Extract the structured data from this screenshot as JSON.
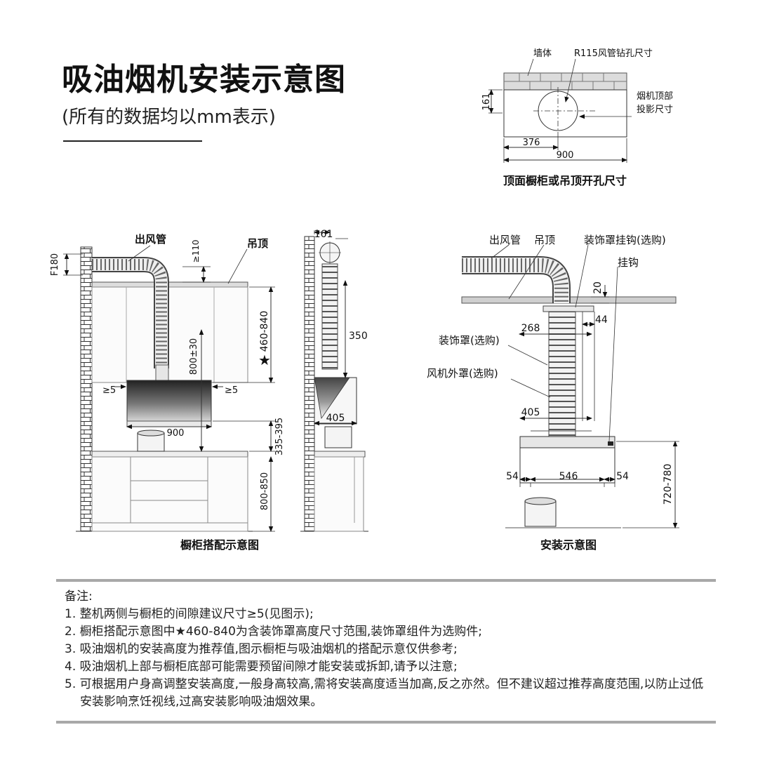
{
  "title": "吸油烟机安装示意图",
  "subtitle": "(所有的数据均以mm表示)",
  "top_view": {
    "label_wall": "墙体",
    "label_hole": "R115风管钻孔尺寸",
    "label_projection_1": "烟机顶部",
    "label_projection_2": "投影尺寸",
    "dim_depth": "161",
    "dim_offset": "376",
    "dim_width": "900",
    "caption": "顶面橱柜或吊顶开孔尺寸"
  },
  "cabinet_view": {
    "label_duct": "出风管",
    "label_ceiling": "吊顶",
    "dim_f180": "F180",
    "dim_110": "≥110",
    "dim_460_840": "460-840",
    "dim_800": "800±30",
    "dim_gap_left": "≥5",
    "dim_gap_right": "≥5",
    "dim_900": "900",
    "dim_335_395": "335-395",
    "dim_800_850": "800-850",
    "star": "★",
    "caption": "橱柜搭配示意图"
  },
  "side_view": {
    "dim_161": "161",
    "dim_350": "350",
    "dim_405": "405"
  },
  "install_view": {
    "label_duct": "出风管",
    "label_ceiling": "吊顶",
    "label_hook_cover": "装饰罩挂钩(选购)",
    "label_hook": "挂钩",
    "label_cover": "装饰罩(选购)",
    "label_fan_cover": "风机外罩(选购)",
    "dim_20": "20",
    "dim_44": "44",
    "dim_268": "268",
    "dim_405": "405",
    "dim_54_left": "54",
    "dim_546": "546",
    "dim_54_right": "54",
    "dim_720_780": "720-780",
    "caption": "安装示意图"
  },
  "notes": {
    "heading": "备注:",
    "items": [
      "1. 整机两侧与橱柜的间隙建议尺寸≥5(见图示);",
      "2. 橱柜搭配示意图中★460-840为含装饰罩高度尺寸范围,装饰罩组件为选购件;",
      "3. 吸油烟机的安装高度为推荐值,图示橱柜与吸油烟机的搭配示意仅供参考;",
      "4. 吸油烟机上部与橱柜底部可能需要预留间隙才能安装或拆卸,请予以注意;",
      "5. 可根据用户身高调整安装高度,一般身高较高,需将安装高度适当加高,反之亦然。但不建议超过推荐高度范围,以防止过低安装影响烹饪视线,过高安装影响吸油烟效果。"
    ]
  }
}
